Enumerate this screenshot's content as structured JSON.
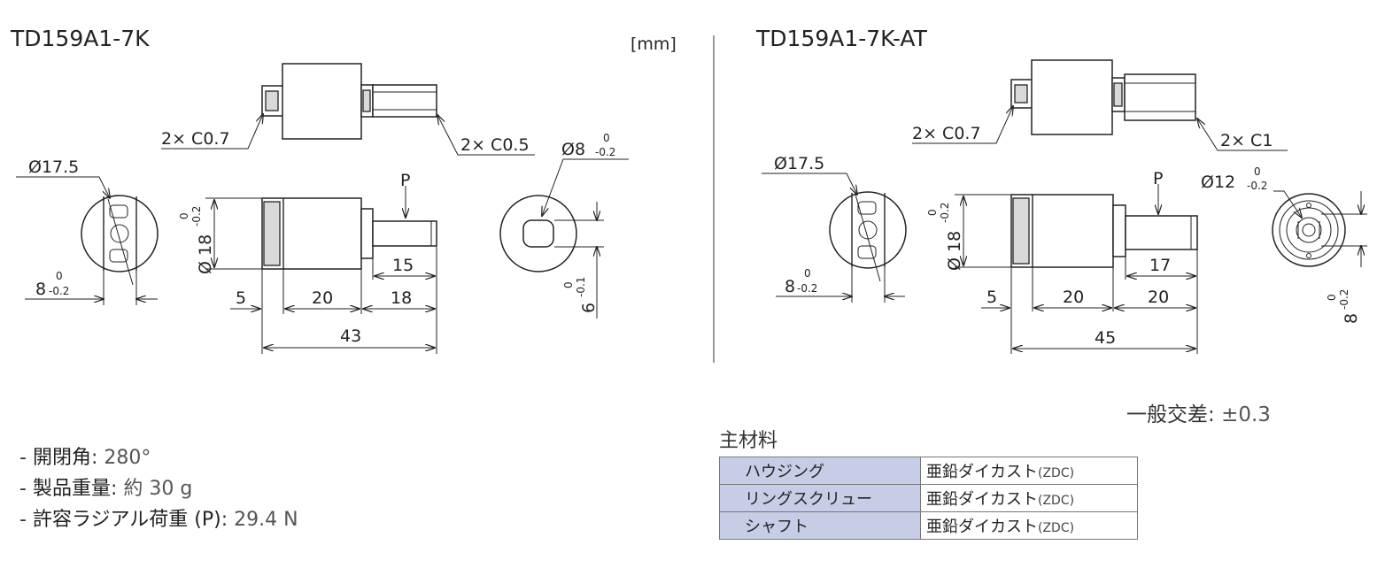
{
  "unit_label": "[mm]",
  "models": [
    {
      "name": "TD159A1-7K",
      "chamfer_left": "2× C0.7",
      "chamfer_right": "2× C0.5",
      "dia_body": "Ø17.5",
      "width_flat": "8",
      "width_flat_tol_upper": "0",
      "width_flat_tol_lower": "-0.2",
      "dia_side": "Ø 18",
      "dia_side_tol_upper": "0",
      "dia_side_tol_lower": "-0.2",
      "load_point": "P",
      "dim_5": "5",
      "dim_20": "20",
      "dim_shaft_flat": "15",
      "dim_shaft": "18",
      "dim_total": "43",
      "dia_shaft": "Ø8",
      "dia_shaft_tol_upper": "0",
      "dia_shaft_tol_lower": "-0.2",
      "shaft_flat": "6",
      "shaft_flat_tol_upper": "0",
      "shaft_flat_tol_lower": "-0.1"
    },
    {
      "name": "TD159A1-7K-AT",
      "chamfer_left": "2× C0.7",
      "chamfer_right": "2× C1",
      "dia_body": "Ø17.5",
      "width_flat": "8",
      "width_flat_tol_upper": "0",
      "width_flat_tol_lower": "-0.2",
      "dia_side": "Ø 18",
      "dia_side_tol_upper": "0",
      "dia_side_tol_lower": "-0.2",
      "load_point": "P",
      "dim_5": "5",
      "dim_20a": "20",
      "dim_shaft_flat": "17",
      "dim_20b": "20",
      "dim_total": "45",
      "dia_shaft": "Ø12",
      "dia_shaft_tol_upper": "0",
      "dia_shaft_tol_lower": "-0.2",
      "shaft_flat": "8",
      "shaft_flat_tol_upper": "0",
      "shaft_flat_tol_lower": "-0.2"
    }
  ],
  "specs": [
    {
      "label": "開閉角",
      "value": "280°"
    },
    {
      "label": "製品重量",
      "value": "約 30 g"
    },
    {
      "label": "許容ラジアル荷重 (P)",
      "value": "29.4 N"
    }
  ],
  "general_tolerance": {
    "label": "一般交差",
    "value": "±0.3"
  },
  "materials": {
    "title": "主材料",
    "rows": [
      {
        "part": "ハウジング",
        "material": "亜鉛ダイカスト",
        "code": "(ZDC)"
      },
      {
        "part": "リングスクリュー",
        "material": "亜鉛ダイカスト",
        "code": "(ZDC)"
      },
      {
        "part": "シャフト",
        "material": "亜鉛ダイカスト",
        "code": "(ZDC)"
      }
    ]
  }
}
